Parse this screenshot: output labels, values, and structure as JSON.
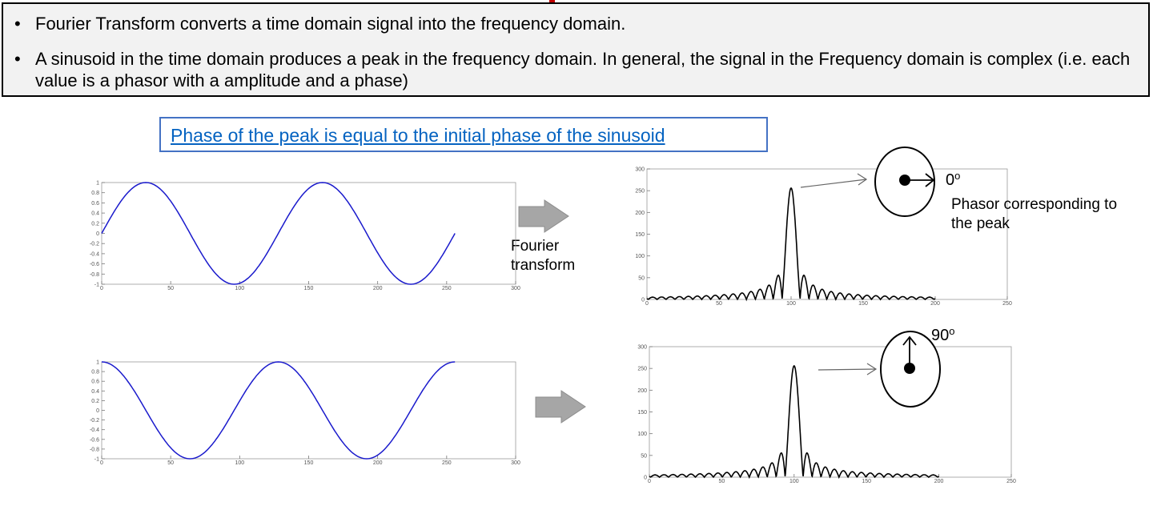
{
  "bullets": [
    {
      "marker": "•",
      "text": "Fourier Transform converts a time domain signal into the frequency domain."
    },
    {
      "marker": "•",
      "text": "A sinusoid in the time domain produces a peak in the frequency domain. In general, the signal in the Frequency domain is complex (i.e. each value is a phasor with a amplitude and a phase)"
    }
  ],
  "note": "Phase of the peak is equal to the initial phase of the sinusoid",
  "arrow_label": "Fourier transform",
  "phasor_label": "Phasor corresponding to the peak",
  "colors": {
    "box_bg": "#f2f2f2",
    "link": "#0563c1",
    "link_border": "#4472c4",
    "wave": "#1a1acc",
    "accent": "#c00000",
    "arrow_fill": "#a6a6a6"
  },
  "chart_data": [
    {
      "type": "line",
      "title": "",
      "x_ticks": [
        "0",
        "50",
        "100",
        "150",
        "200",
        "250",
        "300"
      ],
      "y_ticks": [
        "-1",
        "-0.8",
        "-0.6",
        "-0.4",
        "-0.2",
        "0",
        "0.2",
        "0.4",
        "0.6",
        "0.8",
        "1"
      ],
      "xlim": [
        0,
        300
      ],
      "ylim": [
        -1,
        1
      ],
      "series": [
        {
          "function": "sin",
          "period": 128,
          "phase_deg": 0,
          "x_range": [
            0,
            256
          ]
        }
      ]
    },
    {
      "type": "line",
      "title": "",
      "x_ticks": [
        "0",
        "50",
        "100",
        "150",
        "200",
        "250",
        "300"
      ],
      "y_ticks": [
        "-1",
        "-0.8",
        "-0.6",
        "-0.4",
        "-0.2",
        "0",
        "0.2",
        "0.4",
        "0.6",
        "0.8",
        "1"
      ],
      "xlim": [
        0,
        300
      ],
      "ylim": [
        -1,
        1
      ],
      "series": [
        {
          "function": "cos",
          "period": 128,
          "phase_deg": 90,
          "x_range": [
            0,
            256
          ]
        }
      ]
    },
    {
      "type": "line",
      "title": "",
      "x_ticks": [
        "0",
        "50",
        "100",
        "150",
        "200",
        "250"
      ],
      "y_ticks": [
        "0",
        "50",
        "100",
        "150",
        "200",
        "250",
        "300"
      ],
      "xlim": [
        0,
        250
      ],
      "ylim": [
        0,
        300
      ],
      "peak": {
        "x": 100,
        "y": 256
      },
      "phase_label": "0o"
    },
    {
      "type": "line",
      "title": "",
      "x_ticks": [
        "0",
        "50",
        "100",
        "150",
        "200",
        "250"
      ],
      "y_ticks": [
        "0",
        "50",
        "100",
        "150",
        "200",
        "250",
        "300"
      ],
      "xlim": [
        0,
        250
      ],
      "ylim": [
        0,
        300
      ],
      "peak": {
        "x": 100,
        "y": 256
      },
      "phase_label": "90o"
    }
  ]
}
